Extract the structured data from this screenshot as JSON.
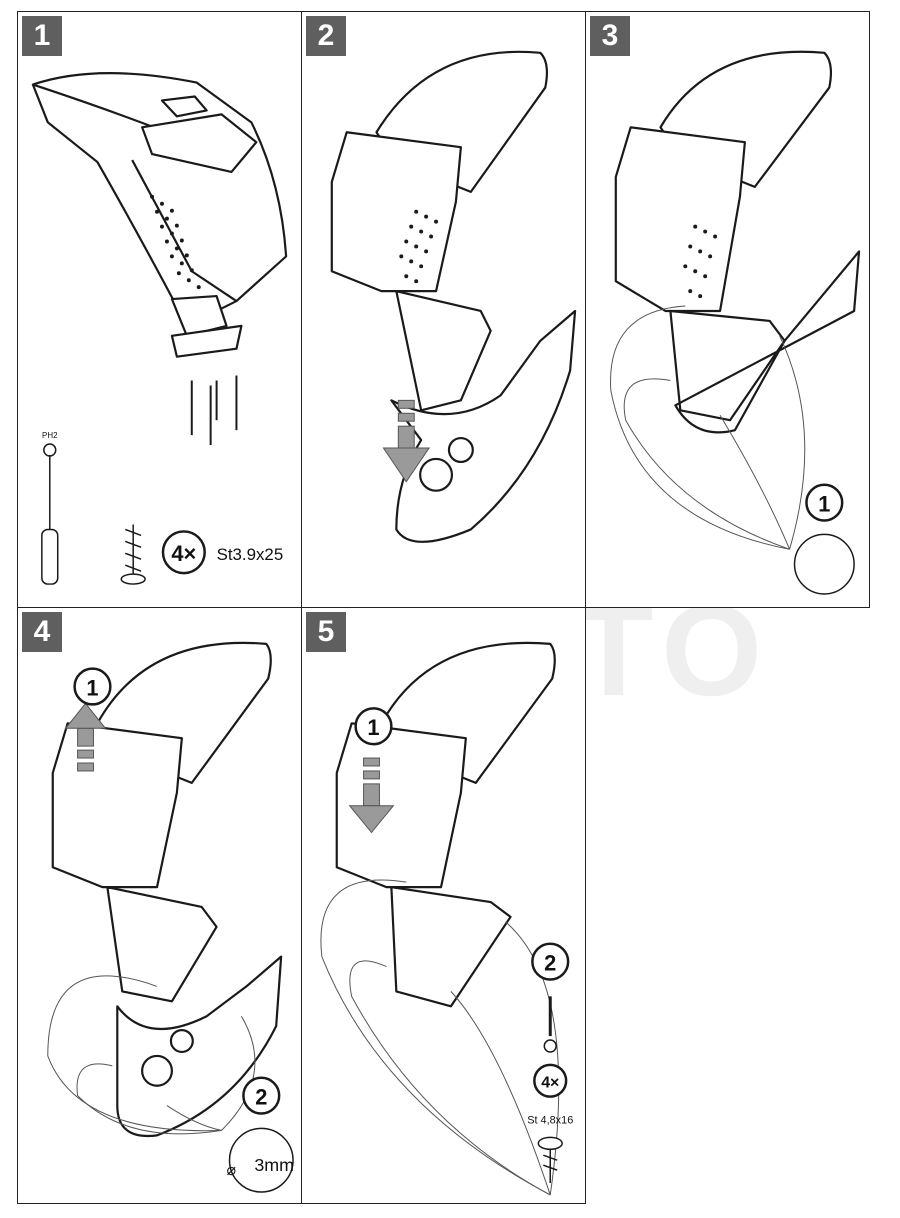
{
  "watermark": "AG AUTO",
  "steps": [
    {
      "number": "1"
    },
    {
      "number": "2"
    },
    {
      "number": "3",
      "callout": "1"
    },
    {
      "number": "4",
      "callout_1": "1",
      "callout_2": "2",
      "drill": "3mm"
    },
    {
      "number": "5",
      "callout_1": "1",
      "callout_2": "2",
      "count": "4×",
      "screw": "St 4,8x16"
    }
  ],
  "tools": {
    "bit": "PH2",
    "count": "4×",
    "screw": "St3.9x25"
  },
  "colors": {
    "line": "#1a1a1a",
    "badge": "#5f5f5f",
    "arrow": "#9a9a9a"
  }
}
